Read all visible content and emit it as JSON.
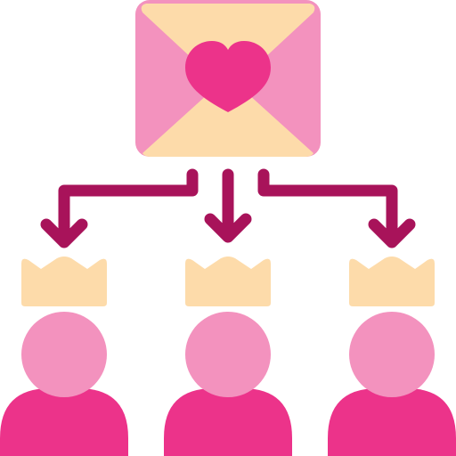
{
  "colors": {
    "envelope_pink": "#f392be",
    "envelope_flap": "#fddbaa",
    "heart": "#ec338a",
    "arrow": "#a8135a",
    "crown": "#fddbaa",
    "head": "#f392be",
    "body": "#ec338a"
  },
  "icons": {
    "envelope": "envelope-icon",
    "heart": "heart-icon",
    "arrow": "arrow-down-icon",
    "crown": "crown-icon",
    "person": "person-icon"
  },
  "recipients": [
    {
      "id": "left"
    },
    {
      "id": "center"
    },
    {
      "id": "right"
    }
  ]
}
